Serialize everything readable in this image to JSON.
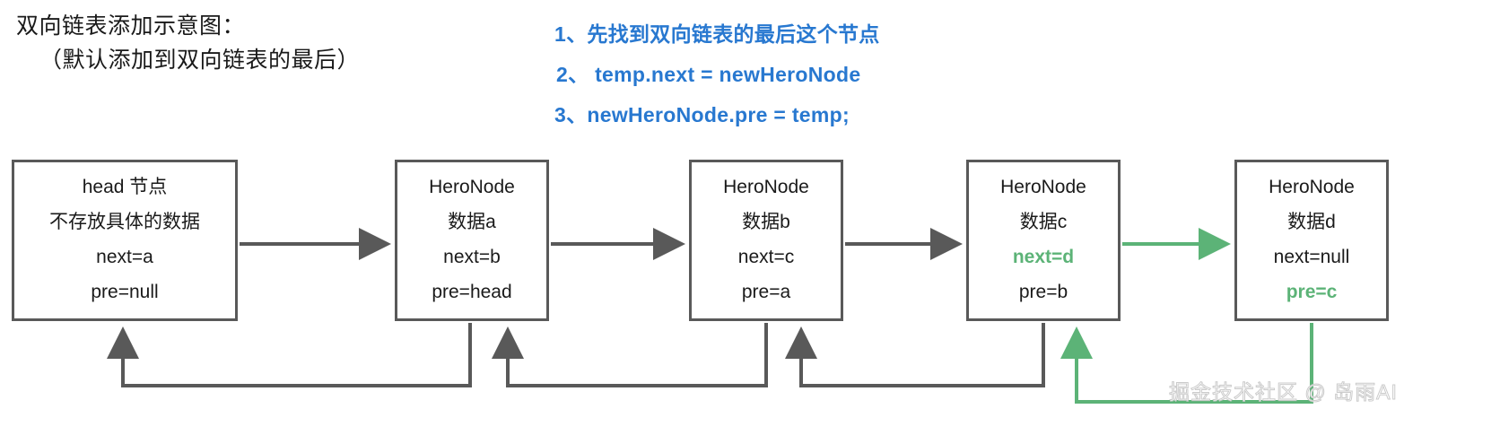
{
  "heading": {
    "line1": "双向链表添加示意图：",
    "line2": "（默认添加到双向链表的最后）"
  },
  "steps": {
    "items": [
      "1、先找到双向链表的最后这个节点",
      "2、 temp.next = newHeroNode",
      "3、newHeroNode.pre = temp;"
    ]
  },
  "colors": {
    "step_blue": "#2878d0",
    "highlight_green": "#5cb377",
    "box_border": "#595959",
    "arrow_gray": "#595959",
    "text": "#1a1a1a",
    "watermark": "#c9c9c9"
  },
  "nodes": [
    {
      "id": "head",
      "title": "head 节点",
      "data": "不存放具体的数据",
      "next": "next=a",
      "pre": "pre=null",
      "next_highlight": false,
      "pre_highlight": false
    },
    {
      "id": "node-a",
      "title": "HeroNode",
      "data": "数据a",
      "next": "next=b",
      "pre": "pre=head",
      "next_highlight": false,
      "pre_highlight": false
    },
    {
      "id": "node-b",
      "title": "HeroNode",
      "data": "数据b",
      "next": "next=c",
      "pre": "pre=a",
      "next_highlight": false,
      "pre_highlight": false
    },
    {
      "id": "node-c",
      "title": "HeroNode",
      "data": "数据c",
      "next": "next=d",
      "pre": "pre=b",
      "next_highlight": true,
      "pre_highlight": false
    },
    {
      "id": "node-d",
      "title": "HeroNode",
      "data": "数据d",
      "next": "next=null",
      "pre": "pre=c",
      "next_highlight": false,
      "pre_highlight": true
    }
  ],
  "watermark": {
    "text": "掘金技术社区 @ 岛雨AI"
  }
}
